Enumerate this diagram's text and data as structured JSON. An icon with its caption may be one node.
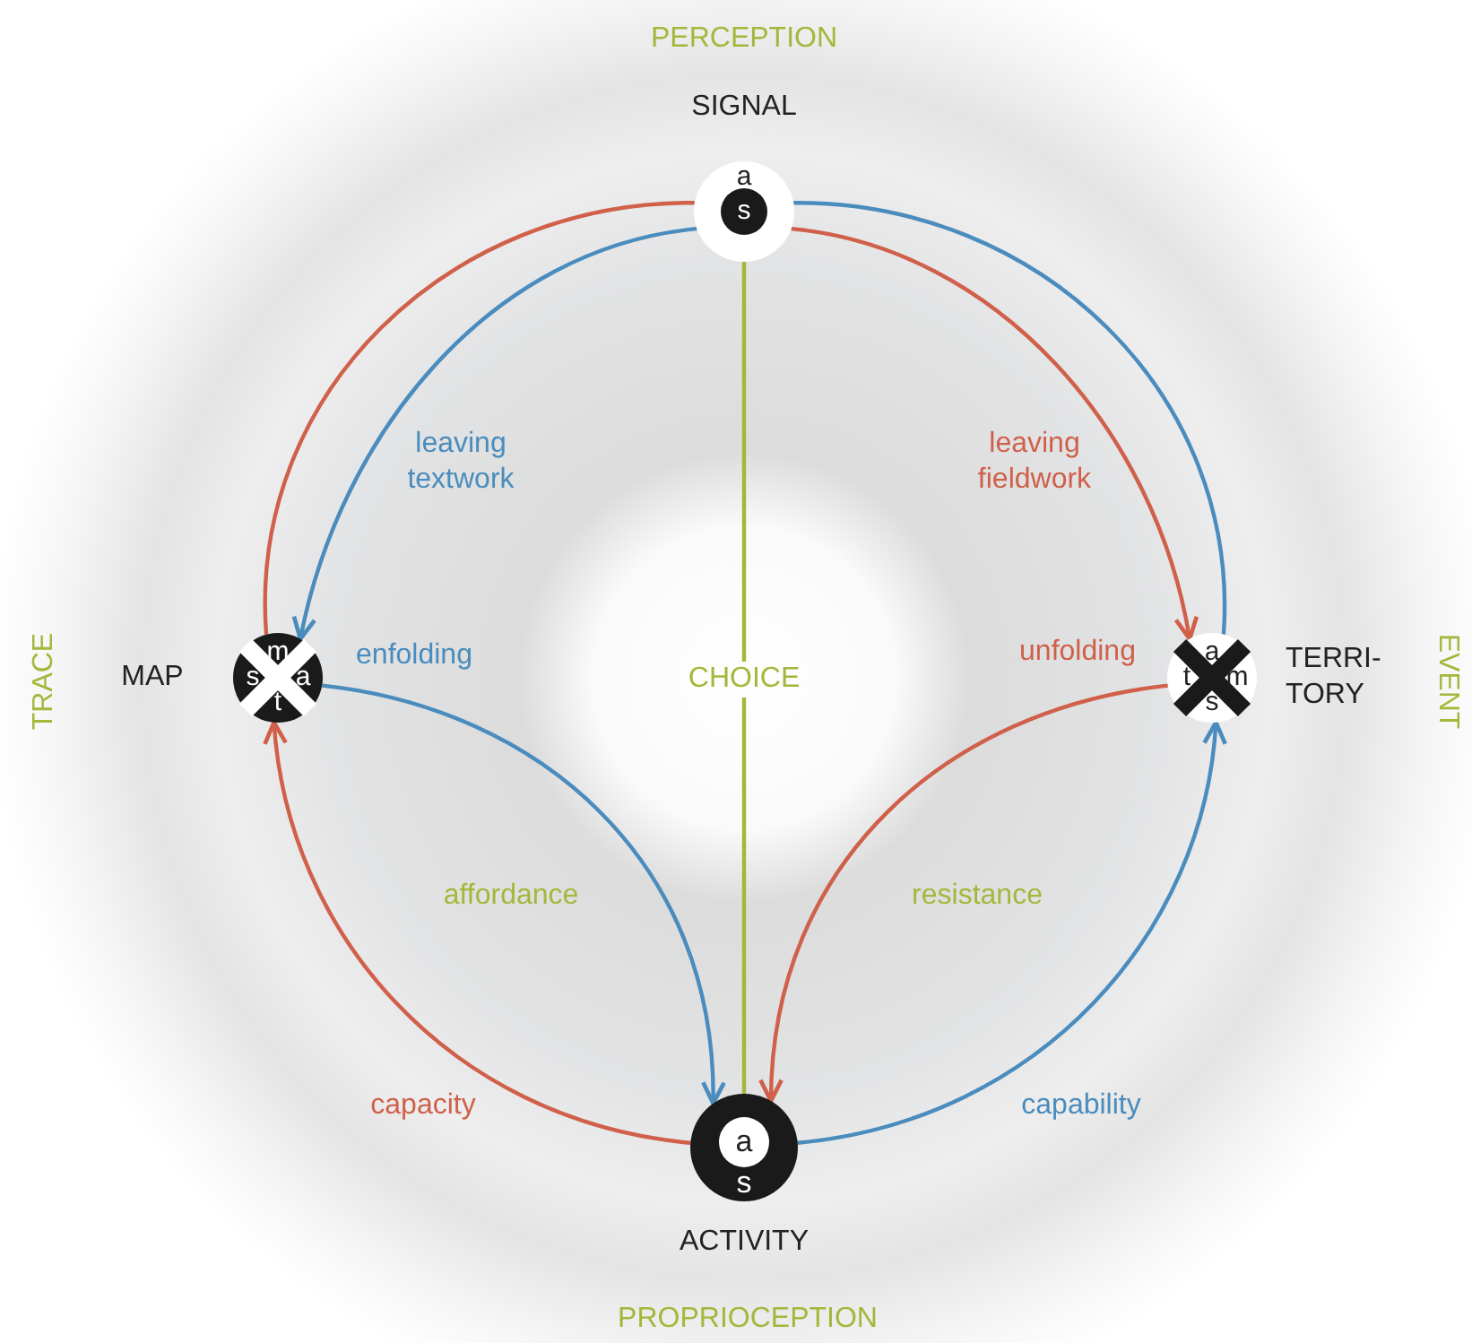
{
  "diagram": {
    "nodes": [
      {
        "text": [
          "a",
          "s"
        ],
        "beside": [
          "SIGNAL"
        ]
      },
      {
        "text": [
          "m",
          "s",
          "a",
          "t"
        ],
        "beside": [
          "MAP"
        ]
      },
      {
        "text": [
          "a",
          "t",
          "m",
          "s"
        ],
        "beside": [
          "TERRI-TORY"
        ]
      },
      {
        "text": [
          "a",
          "s"
        ],
        "beside": [
          "ACTIVITY"
        ]
      }
    ],
    "edges": [
      {
        "from": 0,
        "to": 1,
        "arrow": "none",
        "color": "#d0604a"
      },
      {
        "from": 0,
        "to": 1,
        "arrow": "to",
        "label": "leaving textwork",
        "color": "#4a8cbd"
      },
      {
        "from": 0,
        "to": 2,
        "arrow": "none",
        "color": "#4a8cbd"
      },
      {
        "from": 0,
        "to": 2,
        "arrow": "to",
        "label": "leaving fieldwork",
        "color": "#d0604a"
      },
      {
        "from": 0,
        "to": 3,
        "arrow": "none",
        "label": "CHOICE",
        "color": "#a3b83a"
      },
      {
        "from": 1,
        "to": 3,
        "arrow": "to",
        "color": "#4a8cbd"
      },
      {
        "from": 2,
        "to": 3,
        "arrow": "to",
        "color": "#d0604a"
      },
      {
        "from": 3,
        "to": 1,
        "arrow": "to",
        "label": "capacity",
        "color": "#d0604a"
      },
      {
        "from": 3,
        "to": 2,
        "arrow": "to",
        "label": "capability",
        "color": "#4a8cbd"
      }
    ],
    "labels": [
      "PERCEPTION",
      "TRACE",
      "enfolding",
      "unfolding",
      "EVENT",
      "affordance",
      "resistance",
      "PROPRIOCEPTION"
    ]
  }
}
